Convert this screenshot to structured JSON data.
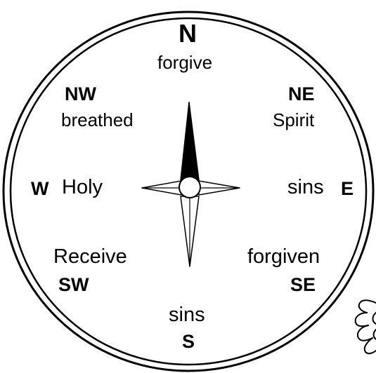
{
  "points": {
    "north": {
      "direction": "N",
      "word": "forgive"
    },
    "northeast": {
      "direction": "NE",
      "word": "Spirit"
    },
    "east": {
      "direction": "E",
      "word": "sins"
    },
    "southeast": {
      "direction": "SE",
      "word": "forgiven"
    },
    "south": {
      "direction": "S",
      "word": "sins"
    },
    "southwest": {
      "direction": "SW",
      "word": "Receive"
    },
    "west": {
      "direction": "W",
      "word": "Holy"
    },
    "northwest": {
      "direction": "NW",
      "word": "breathed"
    }
  },
  "colors": {
    "ink": "#000000",
    "paper": "#ffffff"
  }
}
